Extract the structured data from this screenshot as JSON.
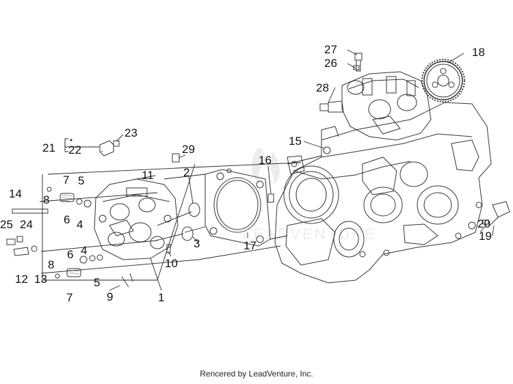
{
  "diagram": {
    "callouts": [
      {
        "id": "c1",
        "text": "1"
      },
      {
        "id": "c2",
        "text": "2"
      },
      {
        "id": "c3",
        "text": "3"
      },
      {
        "id": "c4a",
        "text": "4"
      },
      {
        "id": "c4b",
        "text": "4"
      },
      {
        "id": "c5a",
        "text": "5"
      },
      {
        "id": "c5b",
        "text": "5"
      },
      {
        "id": "c6a",
        "text": "6"
      },
      {
        "id": "c6b",
        "text": "6"
      },
      {
        "id": "c7a",
        "text": "7"
      },
      {
        "id": "c7b",
        "text": "7"
      },
      {
        "id": "c8a",
        "text": "8"
      },
      {
        "id": "c8b",
        "text": "8"
      },
      {
        "id": "c9",
        "text": "9"
      },
      {
        "id": "c10",
        "text": "10"
      },
      {
        "id": "c11",
        "text": "11"
      },
      {
        "id": "c12",
        "text": "12"
      },
      {
        "id": "c13",
        "text": "13"
      },
      {
        "id": "c14",
        "text": "14"
      },
      {
        "id": "c15",
        "text": "15"
      },
      {
        "id": "c16",
        "text": "16"
      },
      {
        "id": "c17",
        "text": "17"
      },
      {
        "id": "c18",
        "text": "18"
      },
      {
        "id": "c19",
        "text": "19"
      },
      {
        "id": "c20",
        "text": "20"
      },
      {
        "id": "c21",
        "text": "21"
      },
      {
        "id": "c22",
        "text": "22"
      },
      {
        "id": "c23",
        "text": "23"
      },
      {
        "id": "c24",
        "text": "24"
      },
      {
        "id": "c25",
        "text": "25"
      },
      {
        "id": "c26",
        "text": "26"
      },
      {
        "id": "c27",
        "text": "27"
      },
      {
        "id": "c28",
        "text": "28"
      },
      {
        "id": "c29",
        "text": "29"
      }
    ]
  },
  "footer": {
    "credit": "Rencered by LeadVenture, Inc."
  },
  "colors": {
    "line": "#222222",
    "background": "#ffffff",
    "watermark": "#e8e8e8"
  }
}
